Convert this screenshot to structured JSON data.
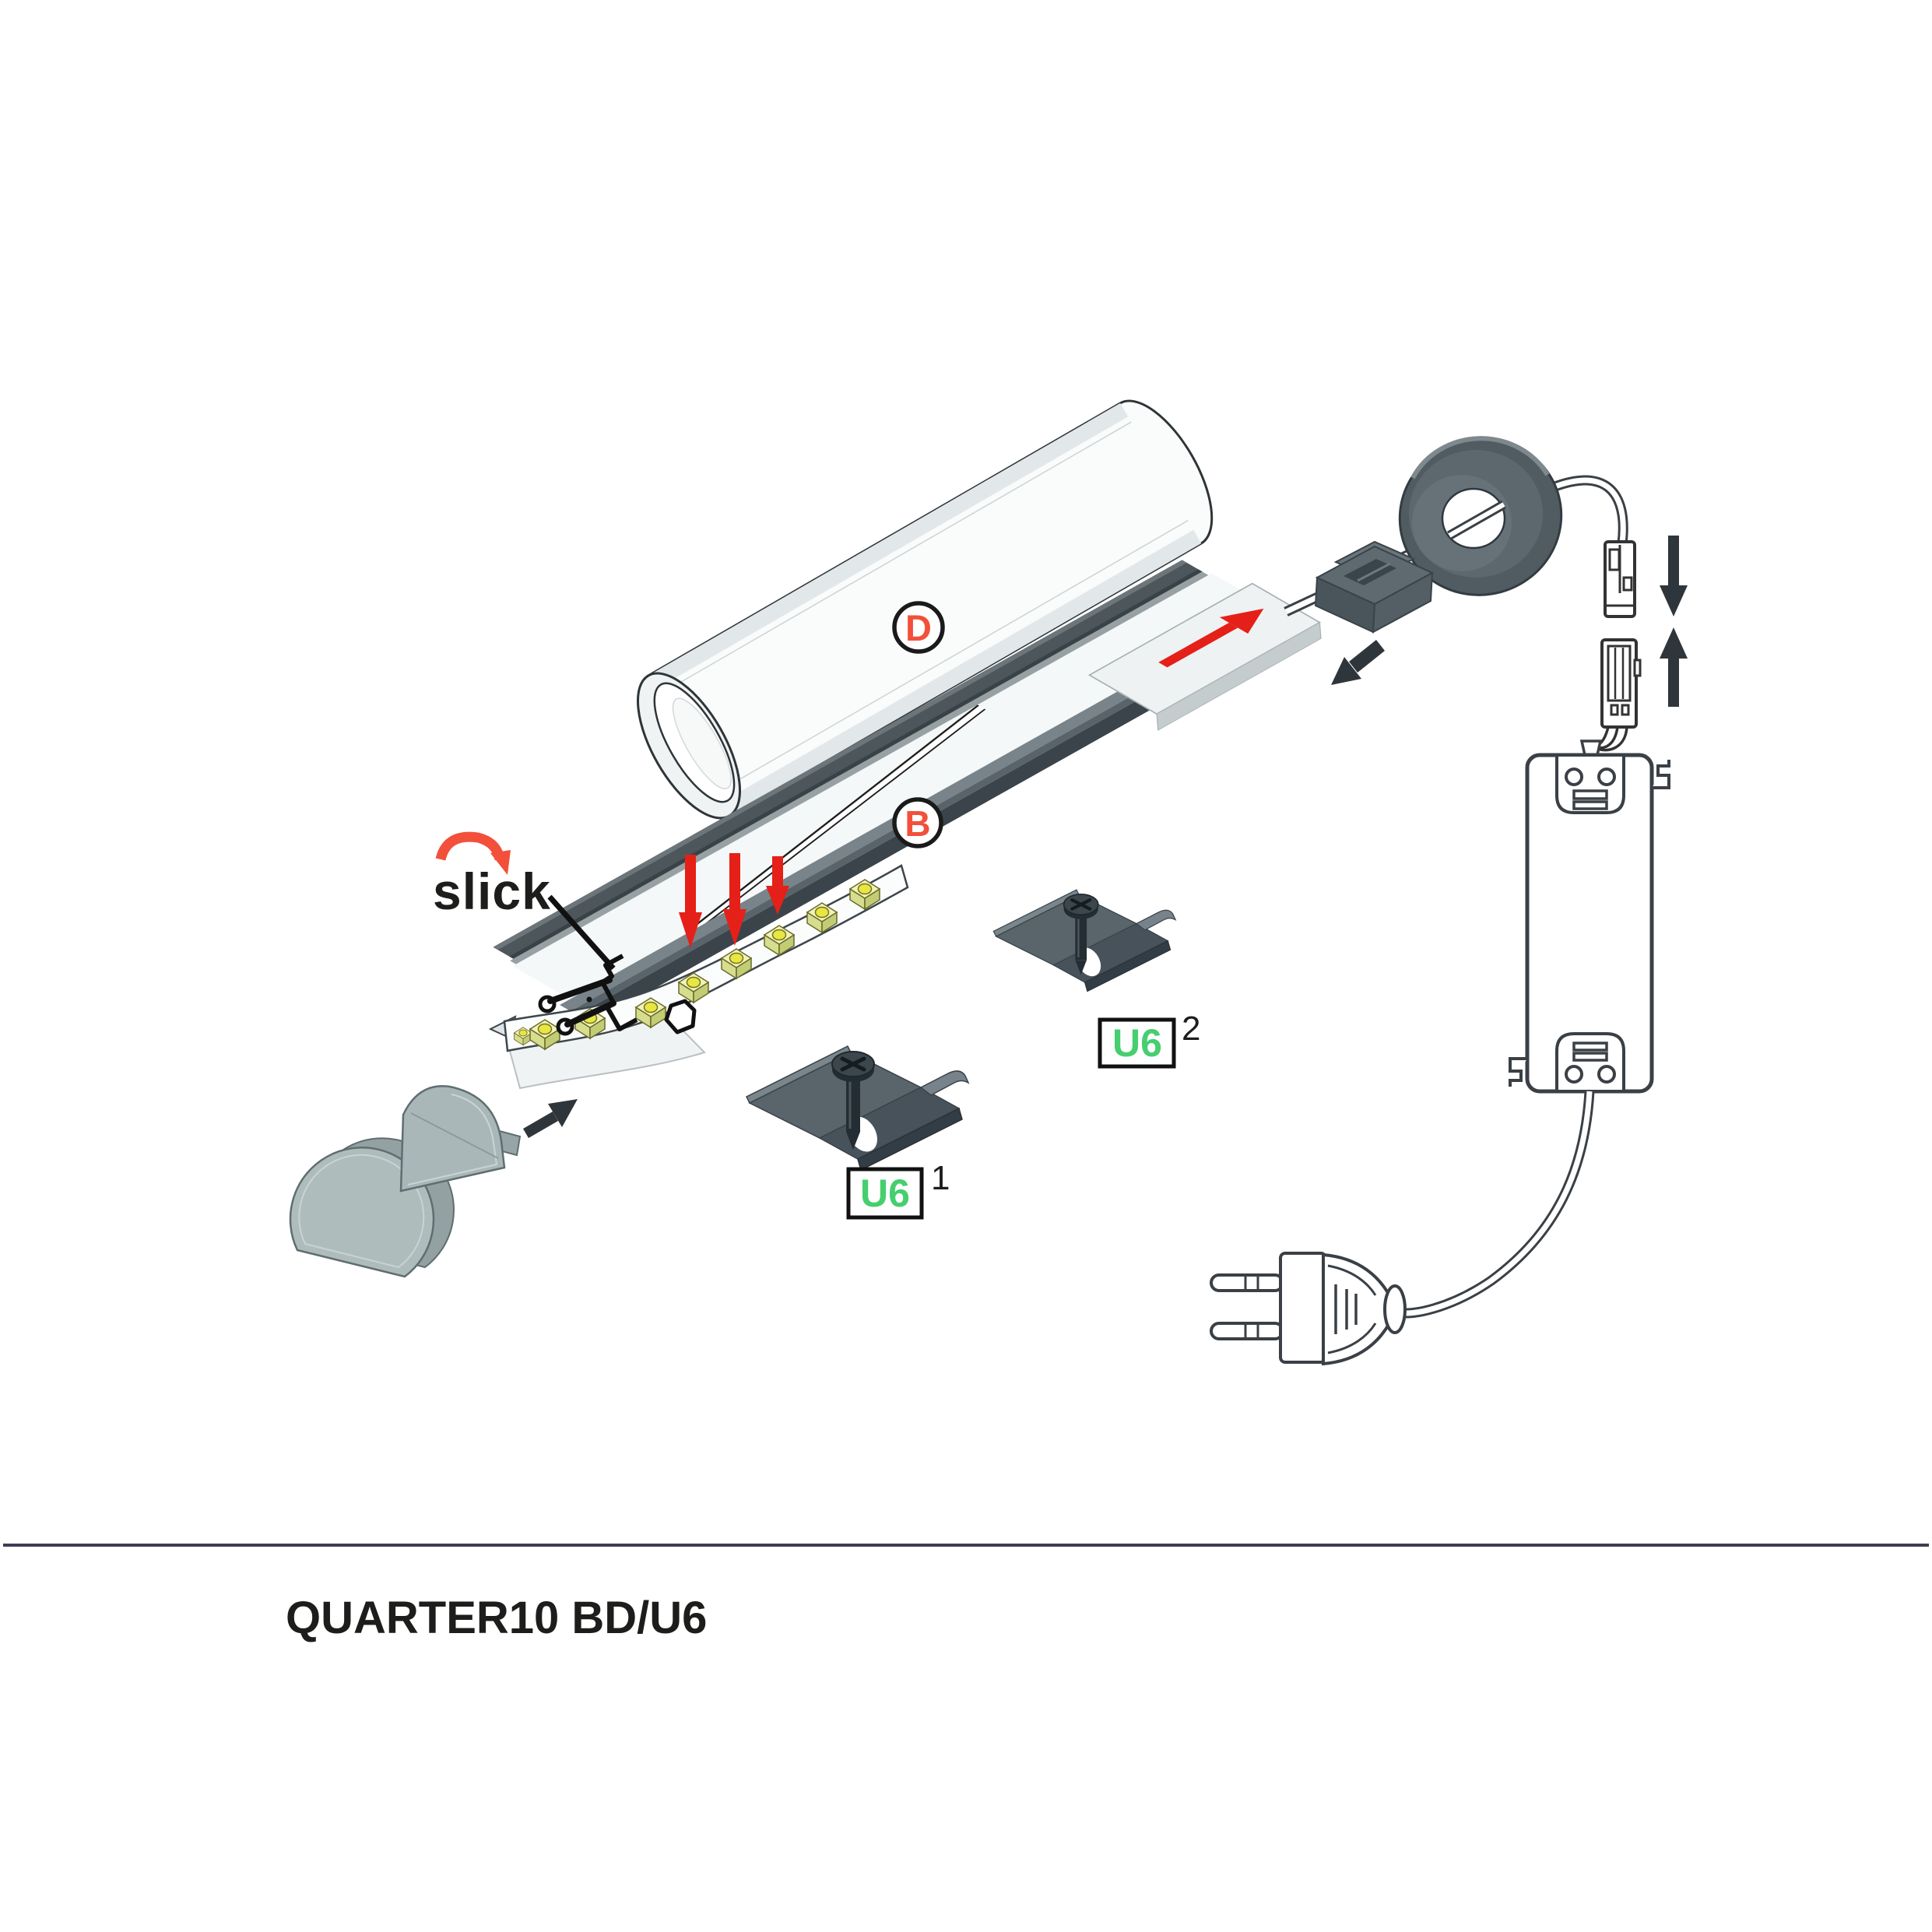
{
  "illustration": {
    "type": "led-profile-assembly-diagram",
    "brand": {
      "logo_text": "slick",
      "logo_color": "#1d1d1b",
      "swoosh_color": "#F2503B"
    },
    "callouts": {
      "cover_label": "D",
      "profile_label": "B",
      "callout_letter_color": "#F2503B",
      "clip_label": "U6",
      "clip_label_color": "#46CE6F",
      "clip1_superscript": "1",
      "clip2_superscript": "2"
    },
    "arrows": {
      "insert_arrow_color": "#E52018",
      "direction_arrow_color": "#2F363B",
      "connect_arrow_color": "#2F363B"
    },
    "parts_palette": {
      "dark_part": "#4E585E",
      "light_part": "#AEBCBC",
      "outline": "#3A4045",
      "led_chip_dot": "#E8E643",
      "led_chip_body": "#EFF3B9"
    }
  },
  "footer": {
    "product_name": "QUARTER10 BD/U6",
    "text_color": "#1d1d1b",
    "separator_color": "#3F3D55"
  }
}
